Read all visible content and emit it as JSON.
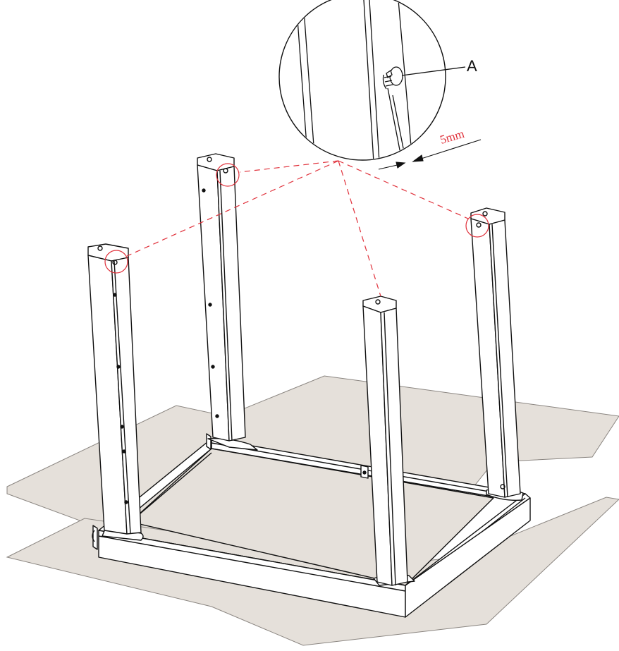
{
  "diagram": {
    "callout_label": "A",
    "dimension_label": "5mm",
    "colors": {
      "line": "#111111",
      "dimension": "#e0303a",
      "callout_dash": "#e0303a",
      "floor_fill": "#e5e0da",
      "floor_edge": "#8a8580"
    },
    "parts": [
      "floor-sheet",
      "base-frame",
      "leg-front-left",
      "leg-back-left",
      "leg-front-right",
      "leg-back-right",
      "detail-magnifier",
      "screw-a"
    ]
  }
}
